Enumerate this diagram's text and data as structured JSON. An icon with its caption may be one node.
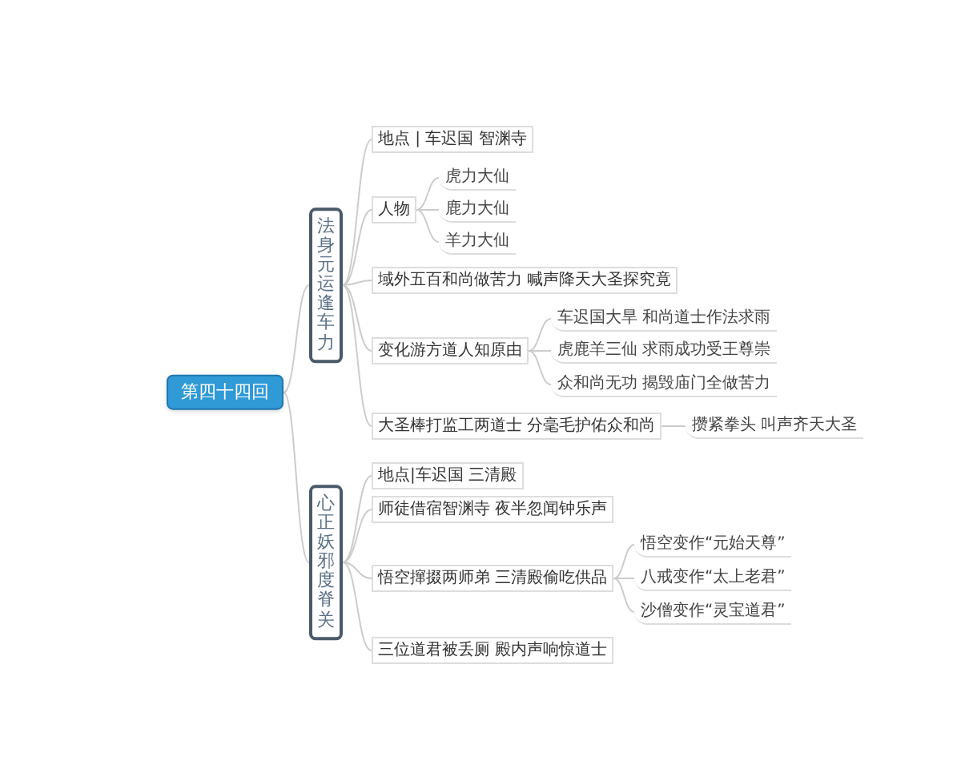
{
  "diagram": {
    "nodes": [
      {
        "text": [
          "第四十四回"
        ]
      },
      {
        "text": [
          "法身元运逢车力"
        ]
      },
      {
        "text": [
          "地点 | 车迟国 智渊寺"
        ]
      },
      {
        "text": [
          "人物"
        ]
      },
      {
        "text": [
          "虎力大仙"
        ]
      },
      {
        "text": [
          "鹿力大仙"
        ]
      },
      {
        "text": [
          "羊力大仙"
        ]
      },
      {
        "text": [
          "域外五百和尚做苦力 喊声降天大圣探究竟"
        ]
      },
      {
        "text": [
          "变化游方道人知原由"
        ]
      },
      {
        "text": [
          "车迟国大旱 和尚道士作法求雨"
        ]
      },
      {
        "text": [
          "虎鹿羊三仙 求雨成功受王尊崇"
        ]
      },
      {
        "text": [
          "众和尚无功 揭毁庙门全做苦力"
        ]
      },
      {
        "text": [
          "大圣棒打监工两道士 分毫毛护佑众和尚"
        ]
      },
      {
        "text": [
          "攒紧拳头 叫声齐天大圣"
        ]
      },
      {
        "text": [
          "心正妖邪度脊关"
        ]
      },
      {
        "text": [
          "地点|车迟国 三清殿"
        ]
      },
      {
        "text": [
          "师徒借宿智渊寺 夜半忽闻钟乐声"
        ]
      },
      {
        "text": [
          "悟空撺掇两师弟 三清殿偷吃供品"
        ]
      },
      {
        "text": [
          "悟空变作“元始天尊”"
        ]
      },
      {
        "text": [
          "八戒变作“太上老君”"
        ]
      },
      {
        "text": [
          "沙僧变作“灵宝道君”"
        ]
      },
      {
        "text": [
          "三位道君被丢厕 殿内声响惊道士"
        ]
      }
    ],
    "edges": [
      {
        "from": 0,
        "to": 1,
        "arrow": "none"
      },
      {
        "from": 0,
        "to": 14,
        "arrow": "none"
      },
      {
        "from": 1,
        "to": 2,
        "arrow": "none"
      },
      {
        "from": 1,
        "to": 3,
        "arrow": "none"
      },
      {
        "from": 3,
        "to": 4,
        "arrow": "none"
      },
      {
        "from": 3,
        "to": 5,
        "arrow": "none"
      },
      {
        "from": 3,
        "to": 6,
        "arrow": "none"
      },
      {
        "from": 1,
        "to": 7,
        "arrow": "none"
      },
      {
        "from": 1,
        "to": 8,
        "arrow": "none"
      },
      {
        "from": 8,
        "to": 9,
        "arrow": "none"
      },
      {
        "from": 8,
        "to": 10,
        "arrow": "none"
      },
      {
        "from": 8,
        "to": 11,
        "arrow": "none"
      },
      {
        "from": 1,
        "to": 12,
        "arrow": "none"
      },
      {
        "from": 12,
        "to": 13,
        "arrow": "none"
      },
      {
        "from": 14,
        "to": 15,
        "arrow": "none"
      },
      {
        "from": 14,
        "to": 16,
        "arrow": "none"
      },
      {
        "from": 14,
        "to": 17,
        "arrow": "none"
      },
      {
        "from": 17,
        "to": 18,
        "arrow": "none"
      },
      {
        "from": 17,
        "to": 19,
        "arrow": "none"
      },
      {
        "from": 17,
        "to": 20,
        "arrow": "none"
      },
      {
        "from": 14,
        "to": 21,
        "arrow": "none"
      }
    ]
  }
}
